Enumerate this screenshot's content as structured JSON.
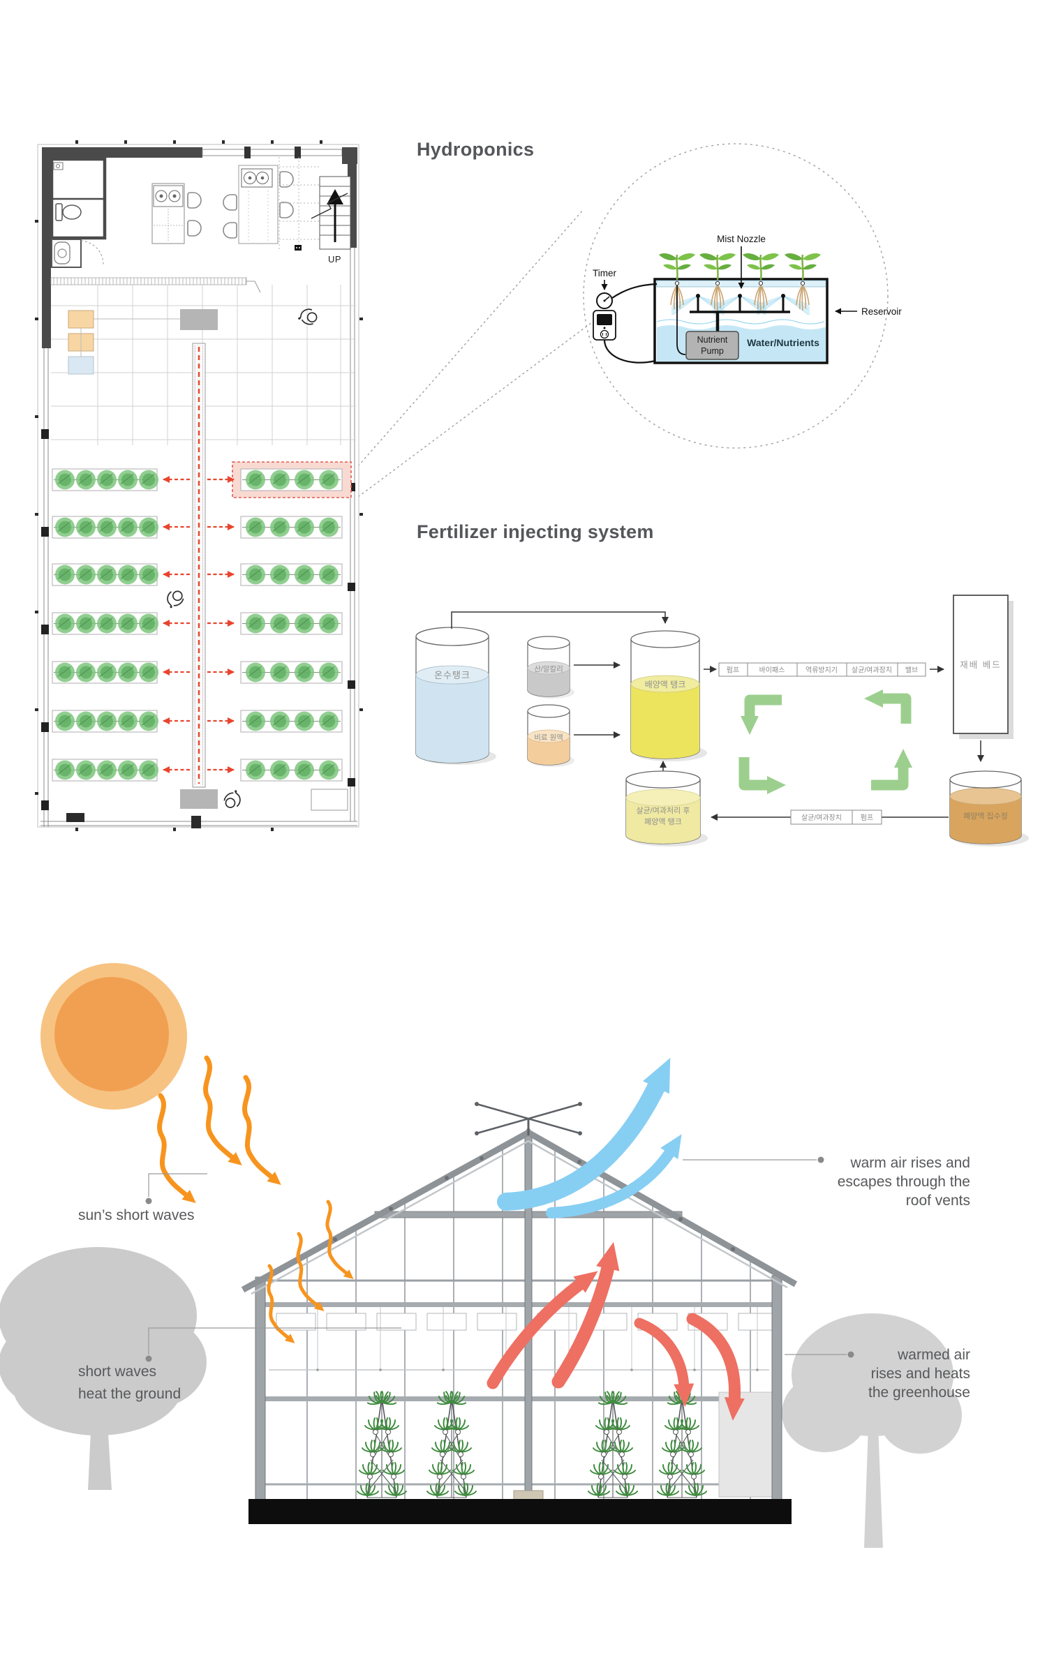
{
  "hydroponics": {
    "title": "Hydroponics",
    "labels": {
      "mist_nozzle": "Mist Nozzle",
      "timer": "Timer",
      "reservoir": "Reservoir",
      "nutrient_pump": [
        "Nutrient",
        "Pump"
      ],
      "water_nutrients": "Water/Nutrients"
    }
  },
  "floor_plan": {
    "up_label": "UP"
  },
  "fertilizer_system": {
    "title": "Fertilizer injecting system",
    "tanks": {
      "hot_water": "온수탱크",
      "acid_alkali": "산/알칼리",
      "fertilizer_stock": "비료 원액",
      "nutrient_solution": "배양액 탱크",
      "grow_bed": "재배 베드",
      "treated_waste": [
        "살균/여과처리 후",
        "폐양액 탱크"
      ],
      "waste_collection": "폐양액 집수정"
    },
    "supply_line": [
      "펌프",
      "바이패스",
      "역류방지기",
      "살균/여과장치",
      "밸브"
    ],
    "return_line": [
      "살균/여과장치",
      "펌프"
    ]
  },
  "greenhouse": {
    "label_sun_short_waves": "sun’s short waves",
    "label_short_waves_ground": [
      "short waves",
      "heat the ground"
    ],
    "label_warm_air": [
      "warm air rises and",
      "escapes through the",
      "roof vents"
    ],
    "label_warmed_air": [
      "warmed air",
      "rises and heats",
      "the greenhouse"
    ]
  },
  "colors": {
    "accent_orange": "#F7941E",
    "sky_blue": "#87CEF3",
    "warm_red": "#ED7062",
    "leaf_green": "#9CCF8E",
    "text_gray": "#55565A",
    "red_dash": "#E8442E"
  }
}
